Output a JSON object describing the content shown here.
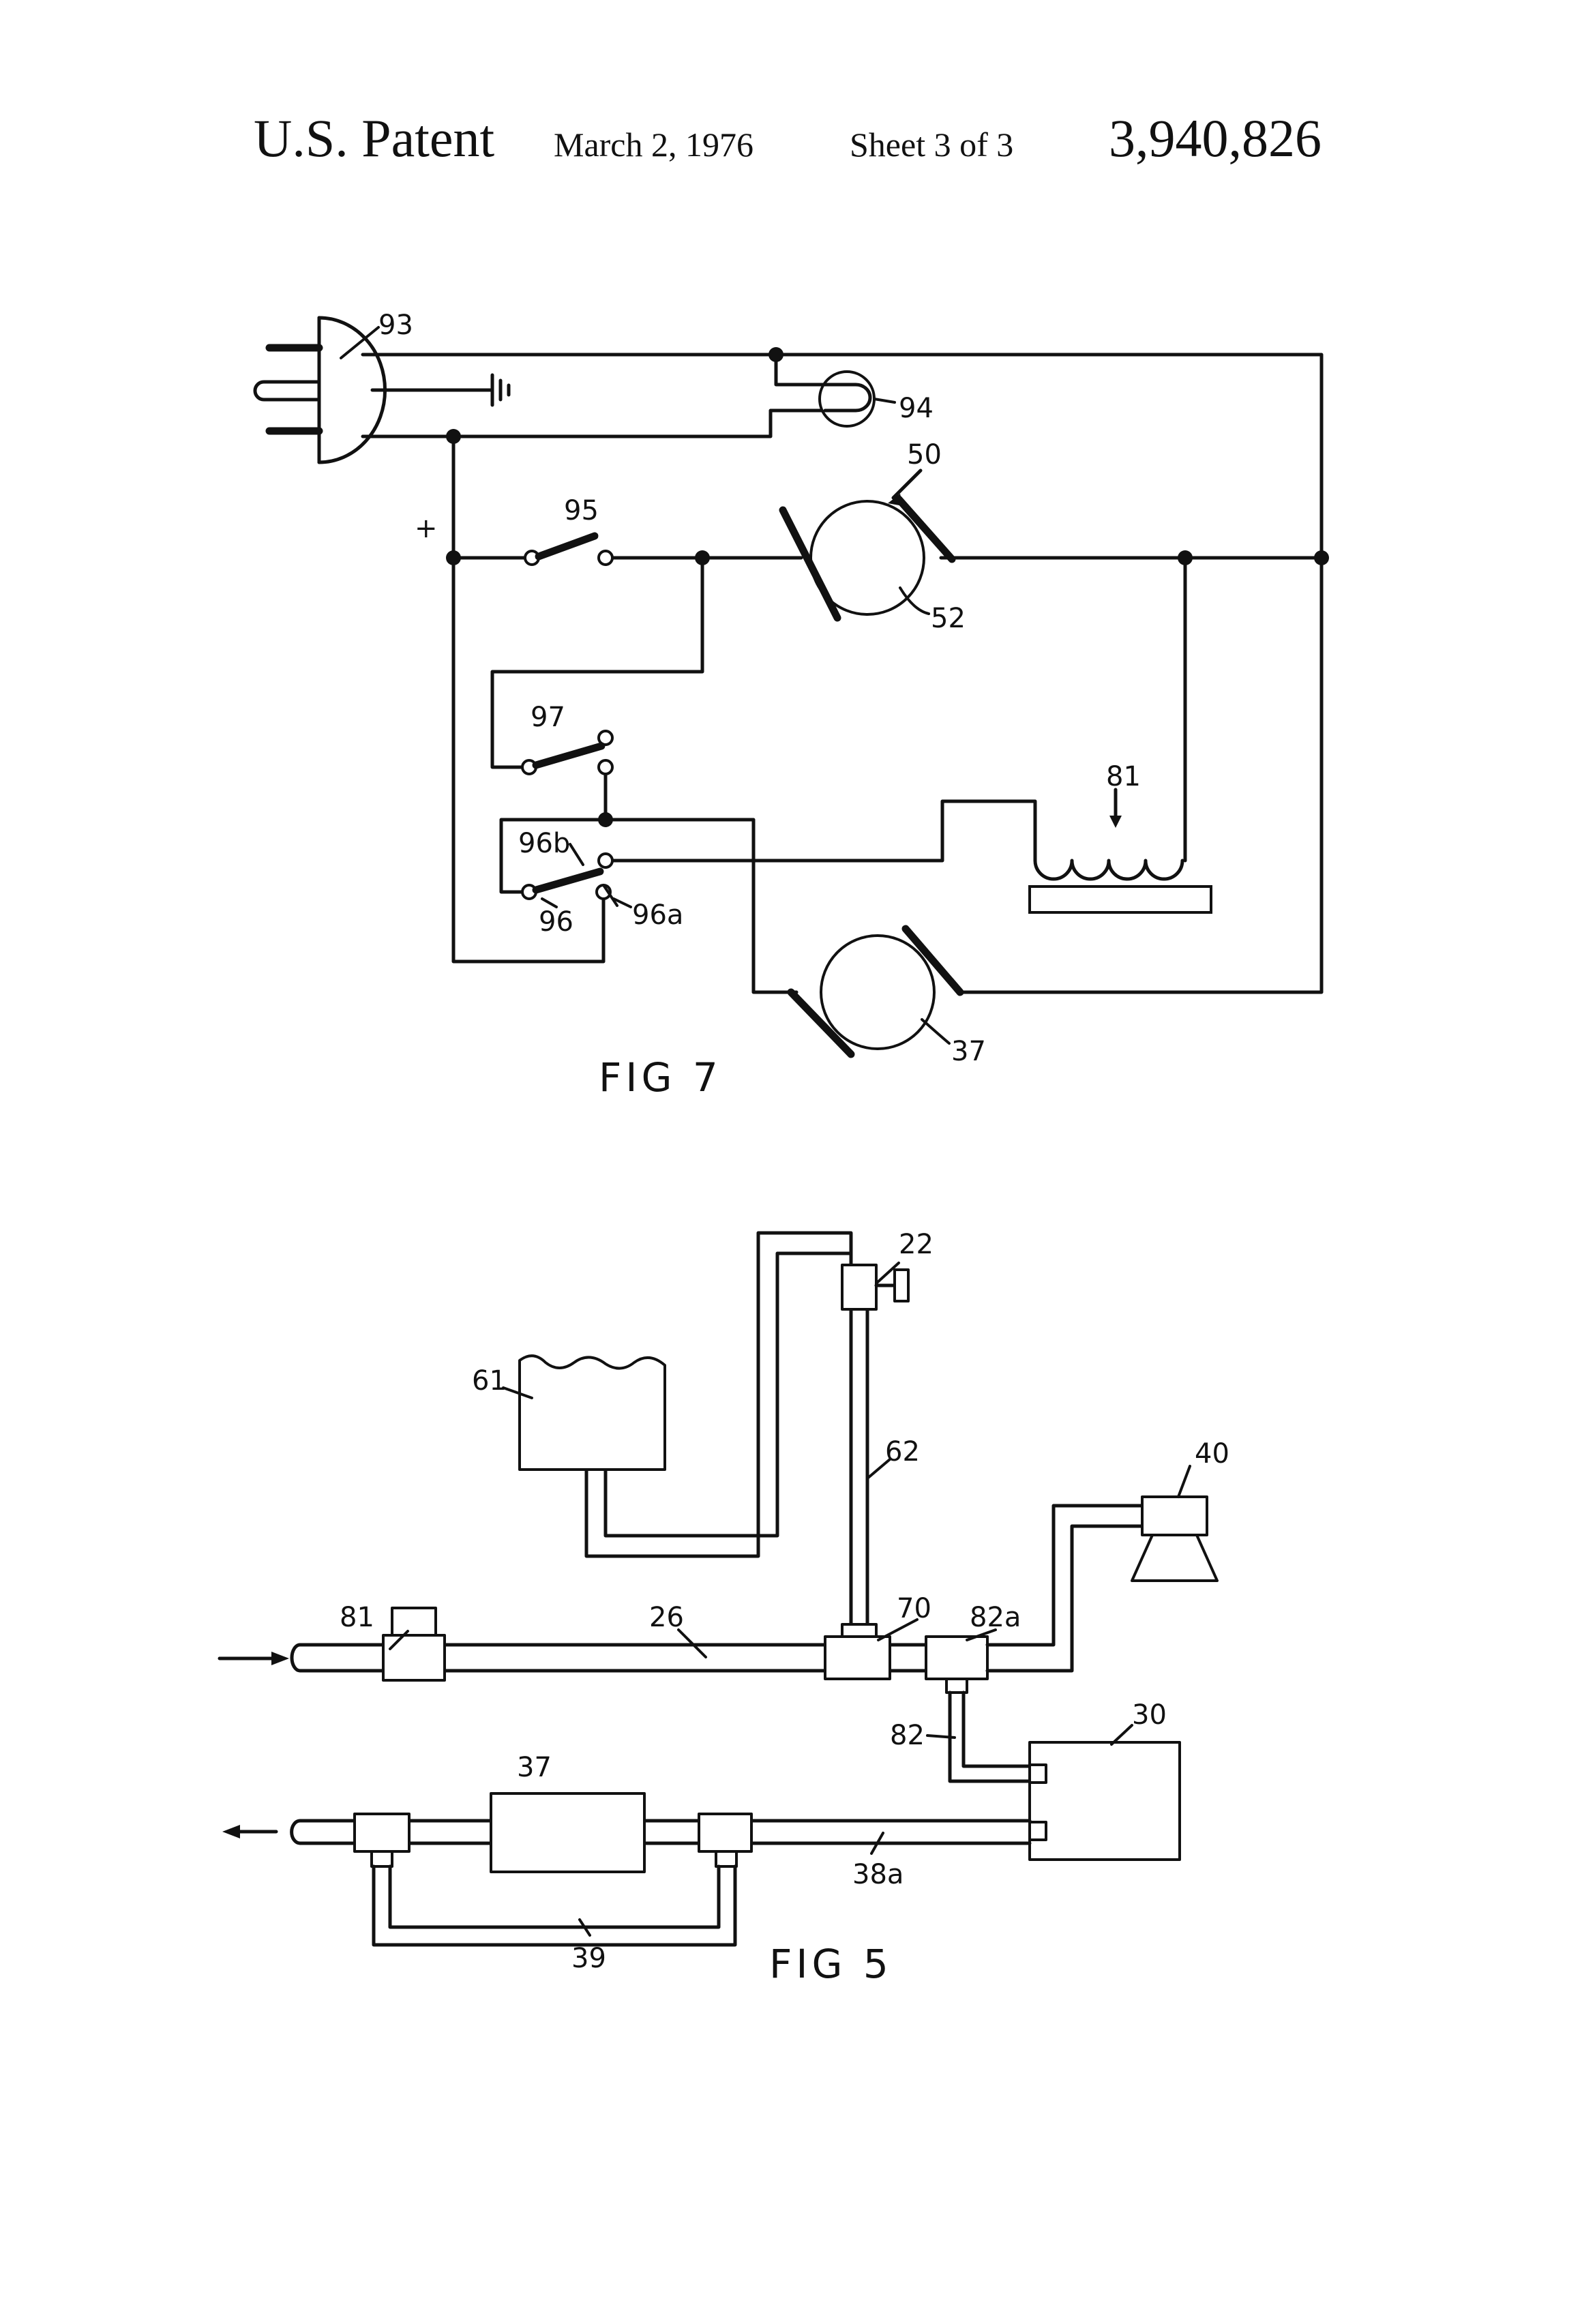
{
  "header": {
    "patent": "U.S. Patent",
    "date": "March 2, 1976",
    "sheet": "Sheet 3 of 3",
    "number": "3,940,826"
  },
  "fig7": {
    "title": "FIG 7",
    "plus_sign": "+",
    "labels": {
      "plug": "93",
      "lamp": "94",
      "motor_assembly": "50",
      "switch_95": "95",
      "motor_52": "52",
      "switch_97": "97",
      "solenoid": "81",
      "contact_96b": "96b",
      "switch_96": "96",
      "contact_96a": "96a",
      "motor_37": "37"
    }
  },
  "fig5": {
    "title": "FIG 5",
    "labels": {
      "valve": "22",
      "tank": "61",
      "line_62": "62",
      "horn": "40",
      "solenoid_valve": "81",
      "line_26": "26",
      "tee_70": "70",
      "tee_82a": "82a",
      "line_82": "82",
      "unit_30": "30",
      "pump": "37",
      "line_38a": "38a",
      "bypass": "39"
    }
  }
}
